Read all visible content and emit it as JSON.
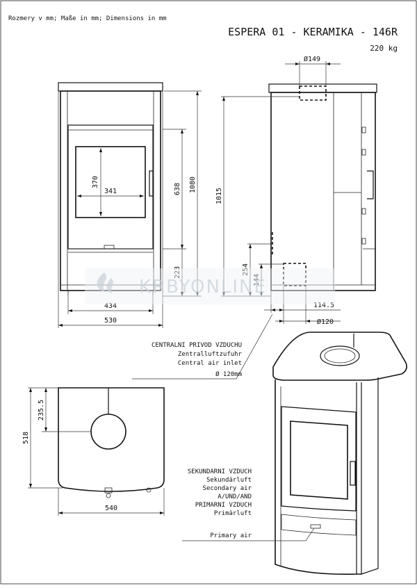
{
  "header": {
    "units_note": "Rozmery v mm; Maße in mm; Dimensions in mm",
    "model": "ESPERA 01 - KERAMIKA - 146R",
    "weight": "220 kg"
  },
  "dimensions": {
    "flue_top": "Ø149",
    "window_height": "370",
    "window_width": "341",
    "door_height": "638",
    "total_height": "1080",
    "base_height": "223",
    "front_inner_width": "434",
    "front_width": "530",
    "flue_height": "1015",
    "air_inlet_height": "254",
    "air_inlet_low": "144",
    "air_inlet_offset": "114.5",
    "air_inlet_dia": "Ø120",
    "top_depth_to_flue": "235.5",
    "top_depth": "518",
    "top_width": "540"
  },
  "labels": {
    "central_air": [
      "CENTRALNI PRIVOD VZDUCHU",
      "Zentralluftzufuhr",
      "Central air inlet",
      "Ø 120mm"
    ],
    "secondary_air": [
      "SEKUNDARNI VZDUCH",
      "Sekundärluft",
      "Secondary air",
      "A/UND/AND",
      "PRIMARNI VZDUCH",
      "Primärluft",
      "Primary air"
    ]
  },
  "watermark": "KRBYONLINE"
}
